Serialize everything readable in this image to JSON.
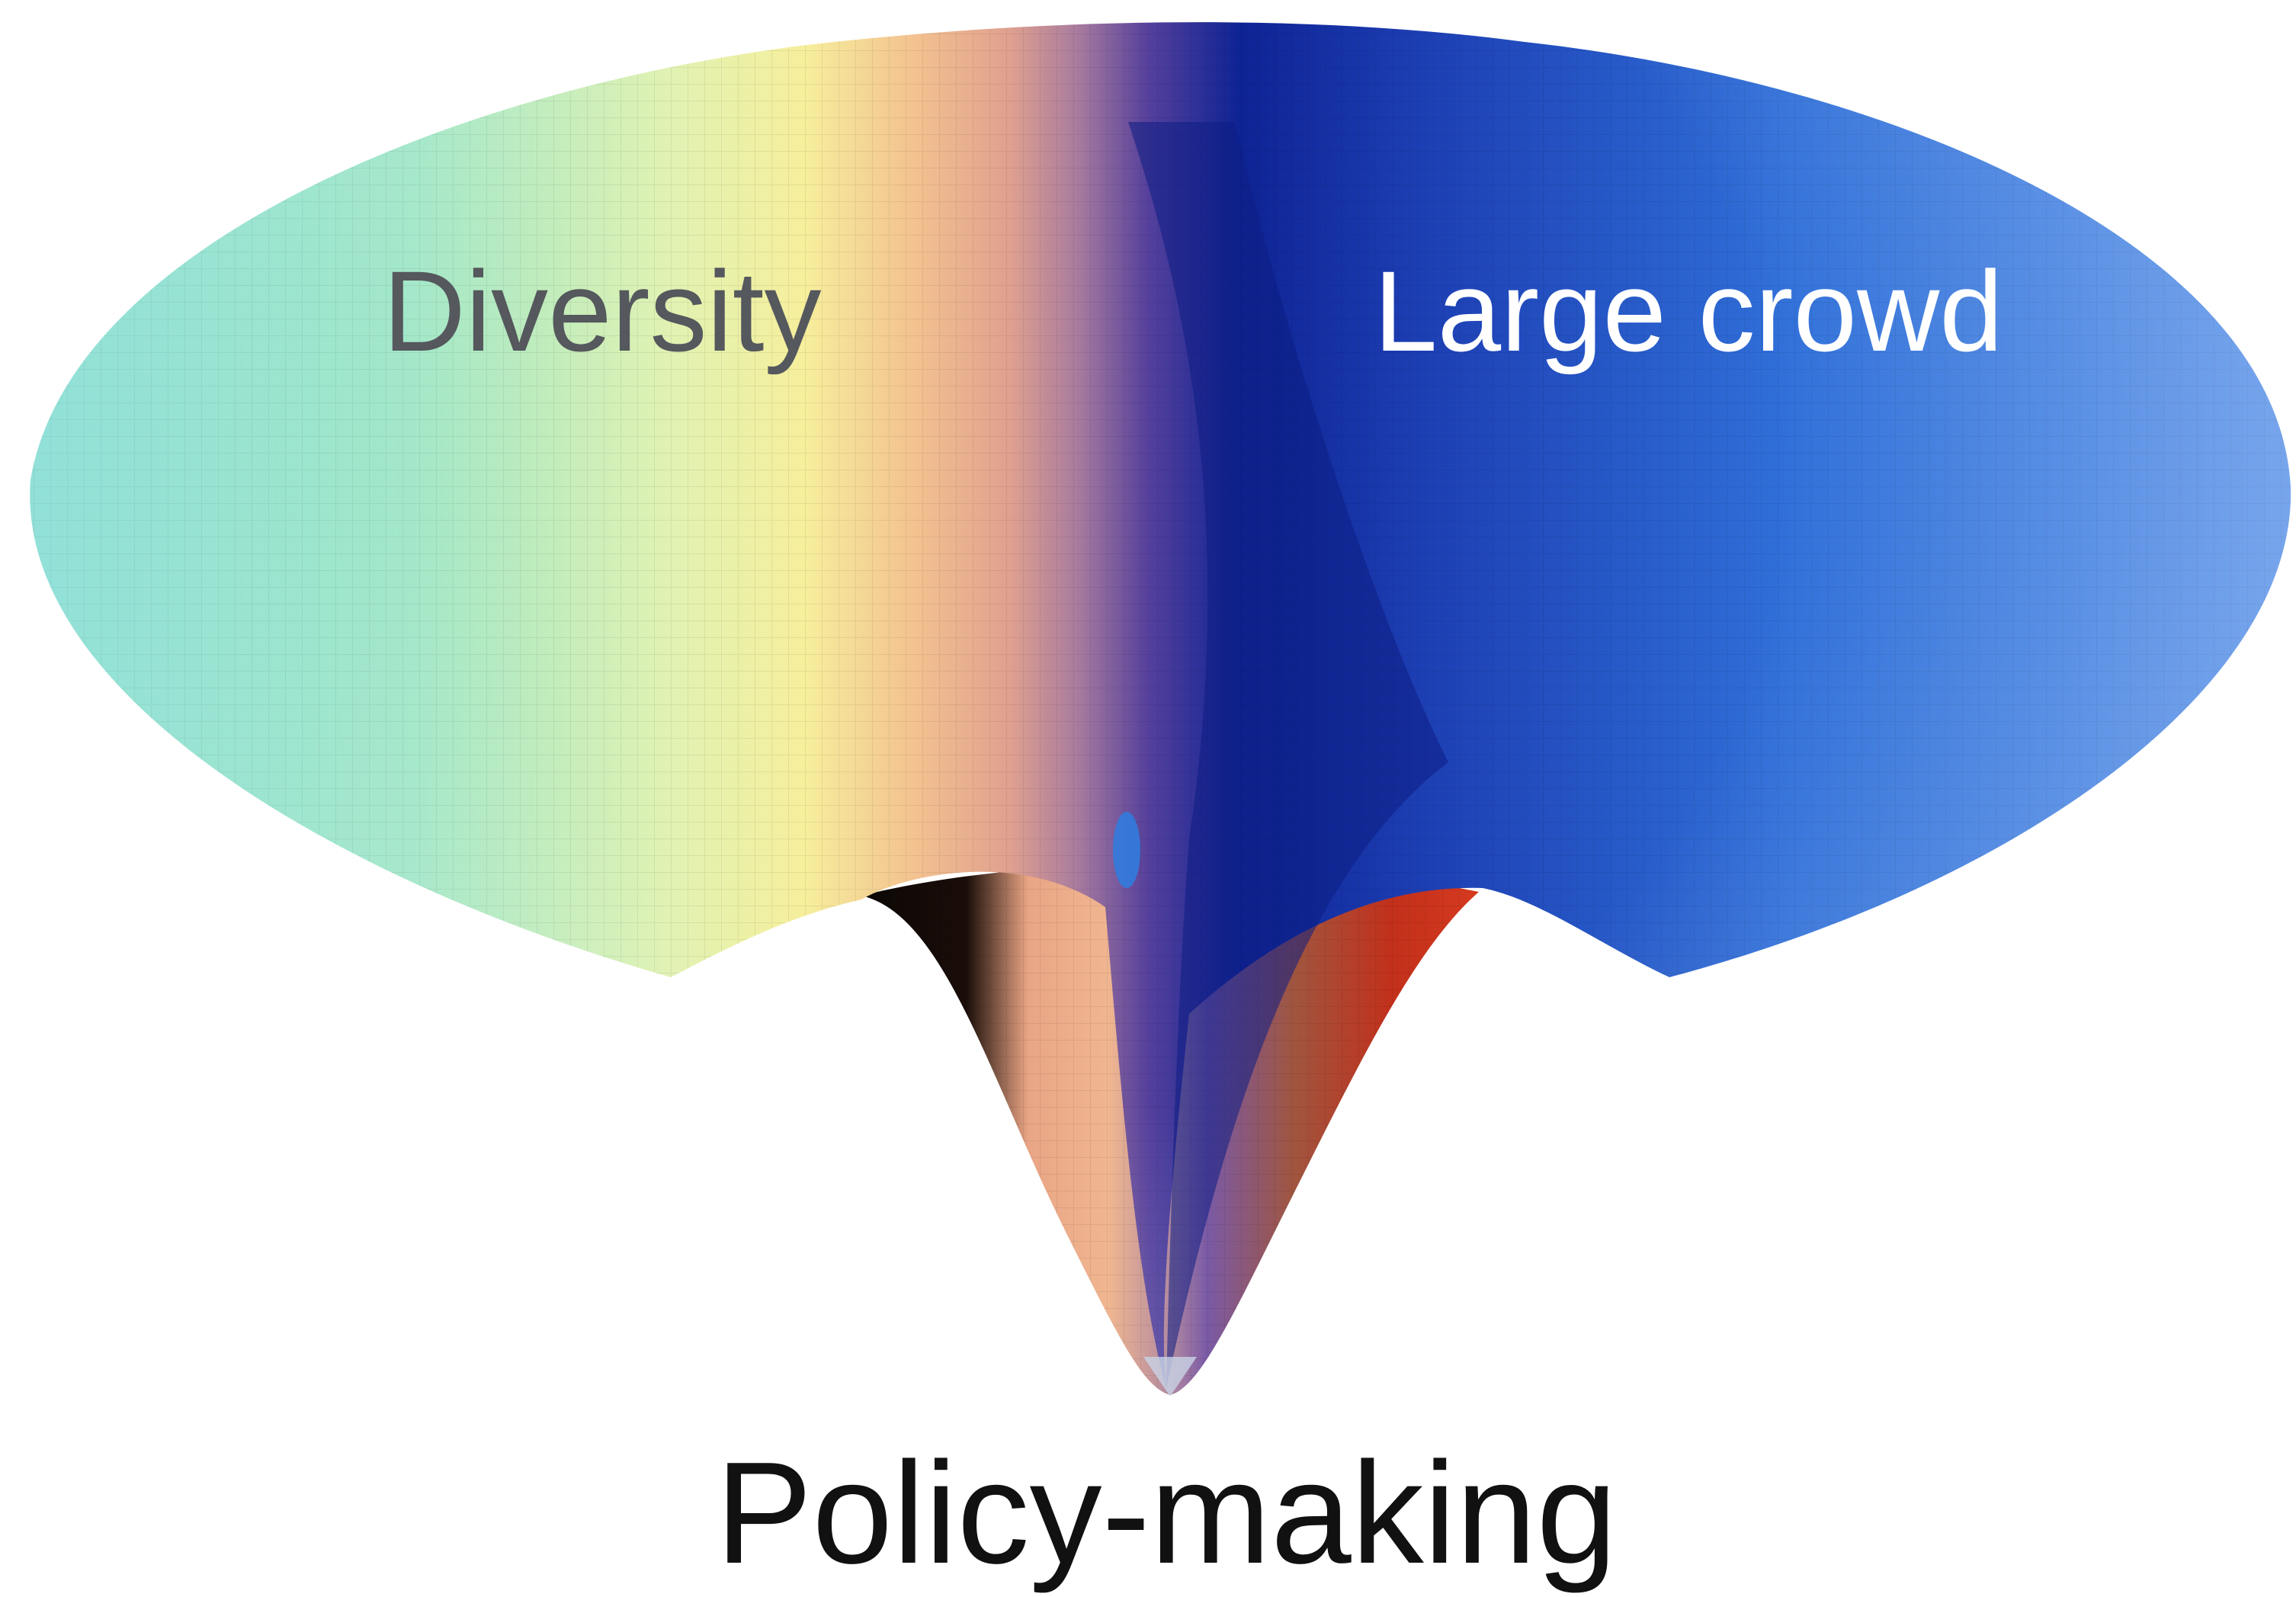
{
  "labels": {
    "left": "Diversity",
    "right": "Large crowd",
    "bottom": "Policy-making"
  },
  "colors": {
    "background": "#ffffff",
    "left_label": "#55585d",
    "right_label": "#ffffff",
    "bottom_label": "#111111",
    "surface_left_rim": "#67d6cc",
    "surface_yellow": "#f3ef9c",
    "surface_peach": "#f0b58c",
    "surface_purple": "#7a5aa6",
    "surface_navy": "#12289a",
    "surface_right_rim": "#3a76de",
    "funnel_shadow": "#0b0705",
    "funnel_red": "#c2301b"
  }
}
